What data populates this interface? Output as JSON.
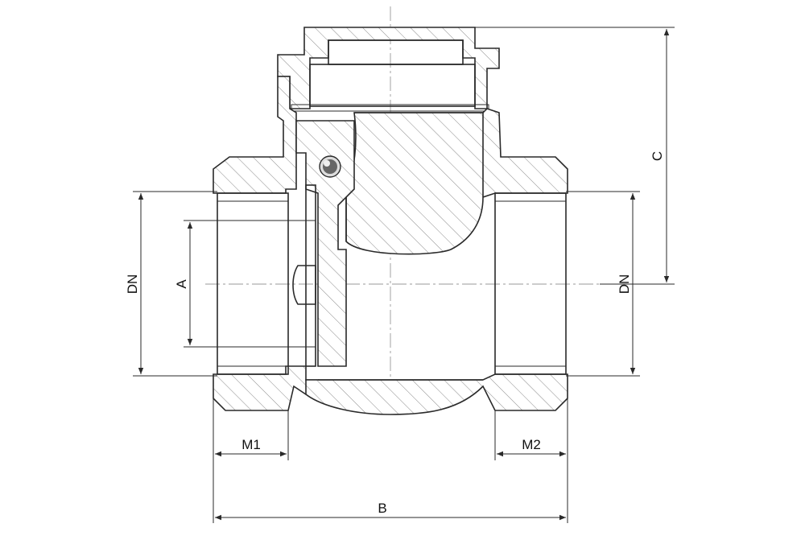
{
  "drawing": {
    "type": "cross-section technical drawing",
    "labels": {
      "dn_left": "DN",
      "dn_right": "DN",
      "a": "A",
      "c": "C",
      "m1": "M1",
      "m2": "M2",
      "b": "B"
    }
  }
}
